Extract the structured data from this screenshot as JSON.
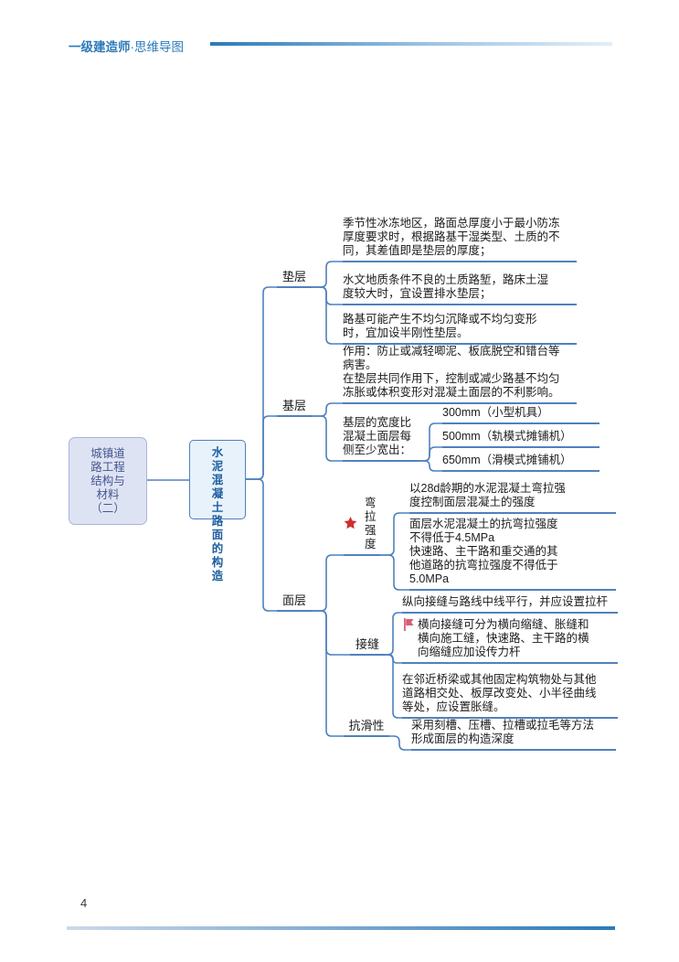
{
  "page": {
    "header": {
      "brand": "一级建造师",
      "rest": "·思维导图"
    },
    "footer": {
      "page_number": "4"
    }
  },
  "colors": {
    "line_blue": "#4f81bd",
    "header_blue": "#2b7ab9",
    "star_red": "#cc2f2f",
    "flag_red": "#d95d75",
    "root_fill": "#dee3f3",
    "root_border": "#a8b4da",
    "root_text": "#44568f",
    "topic_fill": "#e8f2fb",
    "topic_border": "#4f81bd",
    "topic_text": "#1f5fa0"
  },
  "markers": {
    "flexural_strength": "red-star-icon",
    "transverse_joint": "red-flag-icon"
  },
  "map": {
    "root_label": "城镇道路工程结构与材料（二）",
    "topic_label": "水泥混凝土路面的构造",
    "dianceng": {
      "label": "垫层",
      "items": [
        "季节性冰冻地区，路面总厚度小于最小防冻\n厚度要求时，根据路基干湿类型、土质的不\n同，其差值即是垫层的厚度；",
        "水文地质条件不良的土质路堑，路床土湿\n度较大时，宜设置排水垫层；",
        "路基可能产生不均匀沉降或不均匀变形\n时，宜加设半刚性垫层。"
      ]
    },
    "jiceng": {
      "label": "基层",
      "note": "作用：防止或减轻唧泥、板底脱空和错台等\n病害。\n在垫层共同作用下，控制或减少路基不均匀\n冻胀或体积变形对混凝土面层的不利影响。",
      "width_rule": {
        "label": "基层的宽度比\n混凝土面层每\n侧至少宽出：",
        "options": [
          "300mm（小型机具）",
          "500mm（轨模式摊铺机）",
          "650mm（滑模式摊铺机）"
        ]
      }
    },
    "mianceng": {
      "label": "面层",
      "wanla": {
        "label": "弯拉强度",
        "items": [
          "以28d龄期的水泥混凝土弯拉强\n度控制面层混凝土的强度",
          "面层水泥混凝土的抗弯拉强度\n不得低于4.5MPa\n快速路、主干路和重交通的其\n他道路的抗弯拉强度不得低于\n5.0MPa"
        ]
      },
      "jiefeng": {
        "label": "接缝",
        "items": [
          "纵向接缝与路线中线平行，并应设置拉杆",
          "横向接缝可分为横向缩缝、胀缝和\n横向施工缝，快速路、主干路的横\n向缩缝应加设传力杆",
          "在邻近桥梁或其他固定构筑物处与其他\n道路相交处、板厚改变处、小半径曲线\n等处，应设置胀缝。"
        ]
      },
      "kanghua": {
        "label": "抗滑性",
        "items": [
          "采用刻槽、压槽、拉槽或拉毛等方法\n形成面层的构造深度"
        ]
      }
    }
  }
}
